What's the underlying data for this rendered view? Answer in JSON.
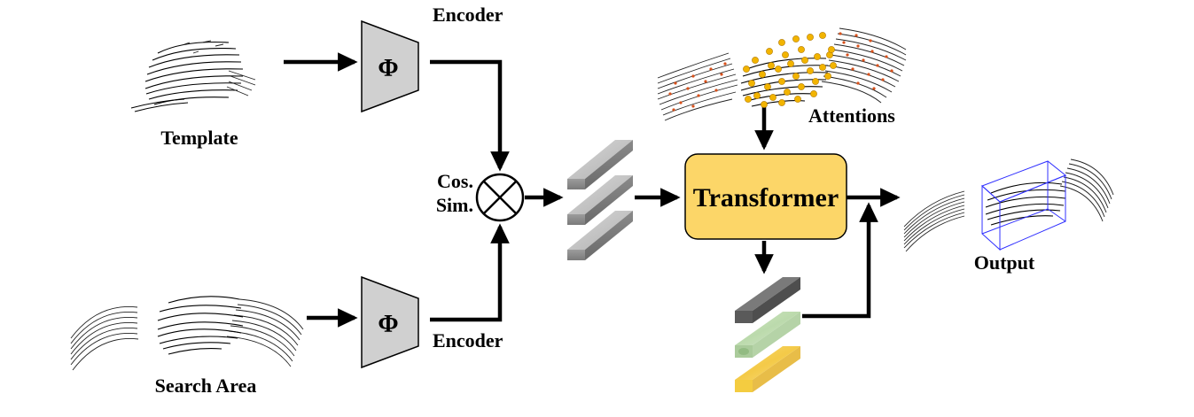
{
  "diagram": {
    "type": "pipeline",
    "inputs": {
      "template_label": "Template",
      "search_label": "Search Area"
    },
    "encoders": {
      "symbol": "Φ",
      "top_label": "Encoder",
      "bottom_label": "Encoder",
      "fill": "#d0d0d0"
    },
    "similarity": {
      "label_line1": "Cos.",
      "label_line2": "Sim."
    },
    "attention": {
      "label": "Attentions",
      "point_color_car": "#f2b400",
      "point_color_bg": "#d8501a"
    },
    "transformer": {
      "label": "Transformer",
      "fill": "#fcd668"
    },
    "output": {
      "label": "Output",
      "box_color": "#3030ff"
    },
    "features": {
      "input_bar_color": "#9a9a9a",
      "output_bar_colors": [
        "#5a5a5a",
        "#b8d6a8",
        "#f6cf52"
      ]
    },
    "edges": [
      {
        "from": "template",
        "to": "encoder-top"
      },
      {
        "from": "search-area",
        "to": "encoder-bottom"
      },
      {
        "from": "encoder-top",
        "to": "cos-sim"
      },
      {
        "from": "encoder-bottom",
        "to": "cos-sim"
      },
      {
        "from": "cos-sim",
        "to": "feature-stack"
      },
      {
        "from": "feature-stack",
        "to": "transformer"
      },
      {
        "from": "attentions",
        "to": "transformer"
      },
      {
        "from": "transformer",
        "to": "output-features"
      },
      {
        "from": "output-features",
        "to": "transformer-out"
      },
      {
        "from": "transformer",
        "to": "output"
      }
    ]
  }
}
